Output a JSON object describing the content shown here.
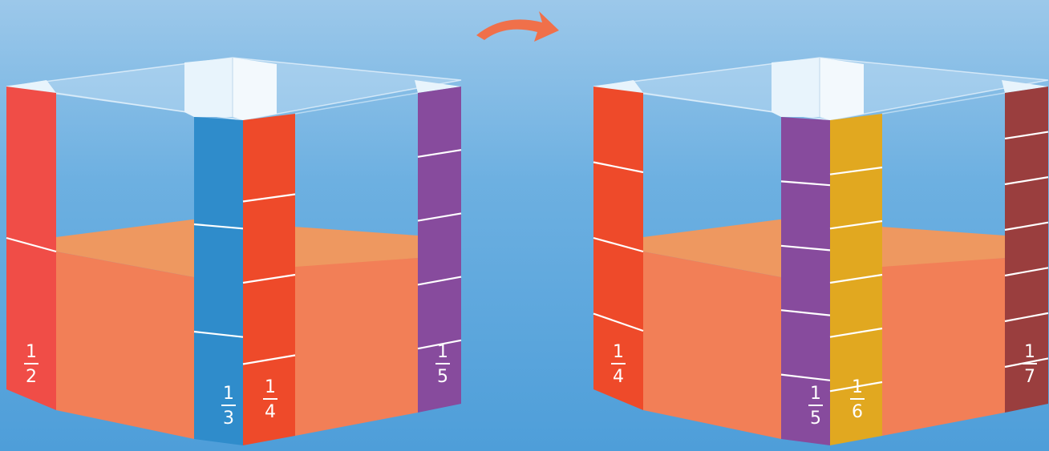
{
  "arrow": {
    "icon": "curved-arrow-right-icon",
    "color": "#f0704a"
  },
  "colors": {
    "water_front": "#f27f57",
    "water_top": "#ee9860",
    "glass_top": "#d8eaf8",
    "glass_block": "#e8f4fc",
    "divider": "#ffffff"
  },
  "containers": [
    {
      "name": "before",
      "strips": [
        {
          "name": "half",
          "color": "#f04d47",
          "parts": 2,
          "numerator": "1",
          "denominator": "2"
        },
        {
          "name": "third",
          "color": "#2f8ccb",
          "parts": 3,
          "numerator": "1",
          "denominator": "3"
        },
        {
          "name": "quarter",
          "color": "#ee4a2a",
          "parts": 4,
          "numerator": "1",
          "denominator": "4"
        },
        {
          "name": "fifth",
          "color": "#874b9d",
          "parts": 5,
          "numerator": "1",
          "denominator": "5"
        }
      ]
    },
    {
      "name": "after",
      "strips": [
        {
          "name": "quarter",
          "color": "#ee4a2a",
          "parts": 4,
          "numerator": "1",
          "denominator": "4"
        },
        {
          "name": "fifth",
          "color": "#874b9d",
          "parts": 5,
          "numerator": "1",
          "denominator": "5"
        },
        {
          "name": "sixth",
          "color": "#e1a820",
          "parts": 6,
          "numerator": "1",
          "denominator": "6"
        },
        {
          "name": "seventh",
          "color": "#9a3e3e",
          "parts": 7,
          "numerator": "1",
          "denominator": "7"
        }
      ]
    }
  ]
}
